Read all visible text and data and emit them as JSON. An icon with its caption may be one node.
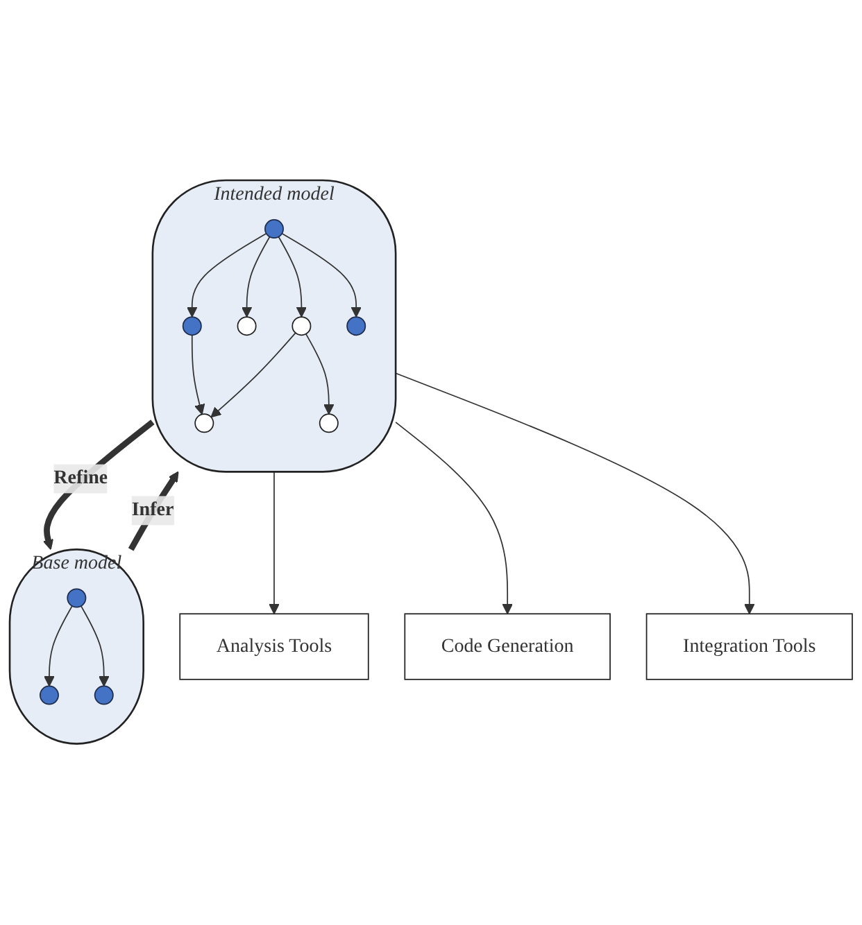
{
  "diagram": {
    "nodes": [
      {
        "text": [
          "Base model"
        ]
      },
      {
        "text": [],
        "shape": "circle",
        "in": 0
      },
      {
        "text": [],
        "shape": "circle",
        "in": 0
      },
      {
        "text": [],
        "shape": "circle",
        "in": 0
      },
      {
        "text": [
          "Intended model"
        ]
      },
      {
        "text": [],
        "shape": "circle",
        "in": 4
      },
      {
        "text": [],
        "shape": "circle",
        "in": 4
      },
      {
        "text": [],
        "shape": "circle",
        "in": 4
      },
      {
        "text": [],
        "shape": "circle",
        "in": 4
      },
      {
        "text": [],
        "shape": "circle",
        "in": 4
      },
      {
        "text": [],
        "shape": "circle",
        "in": 4
      },
      {
        "text": [],
        "shape": "circle",
        "in": 4
      },
      {
        "text": [
          "Analysis Tools"
        ]
      },
      {
        "text": [
          "Code Generation"
        ]
      },
      {
        "text": [
          "Integration Tools"
        ]
      }
    ],
    "edges": [
      {
        "from": 1,
        "to": 2,
        "arrow": "to"
      },
      {
        "from": 1,
        "to": 3,
        "arrow": "to"
      },
      {
        "from": 5,
        "to": 6,
        "arrow": "to"
      },
      {
        "from": 5,
        "to": 7,
        "arrow": "to"
      },
      {
        "from": 5,
        "to": 8,
        "arrow": "to"
      },
      {
        "from": 5,
        "to": 10,
        "arrow": "to"
      },
      {
        "from": 6,
        "to": 9,
        "arrow": "to"
      },
      {
        "from": 8,
        "to": 9,
        "arrow": "to"
      },
      {
        "from": 8,
        "to": 11,
        "arrow": "to"
      },
      {
        "from": 0,
        "to": 4,
        "arrow": "to",
        "label": "Infer",
        "style": "thick"
      },
      {
        "from": 4,
        "to": 0,
        "arrow": "to",
        "label": "Refine",
        "style": "thick"
      },
      {
        "from": 4,
        "to": 12,
        "arrow": "to"
      },
      {
        "from": 4,
        "to": 13,
        "arrow": "to"
      },
      {
        "from": 4,
        "to": 14,
        "arrow": "to"
      }
    ]
  }
}
